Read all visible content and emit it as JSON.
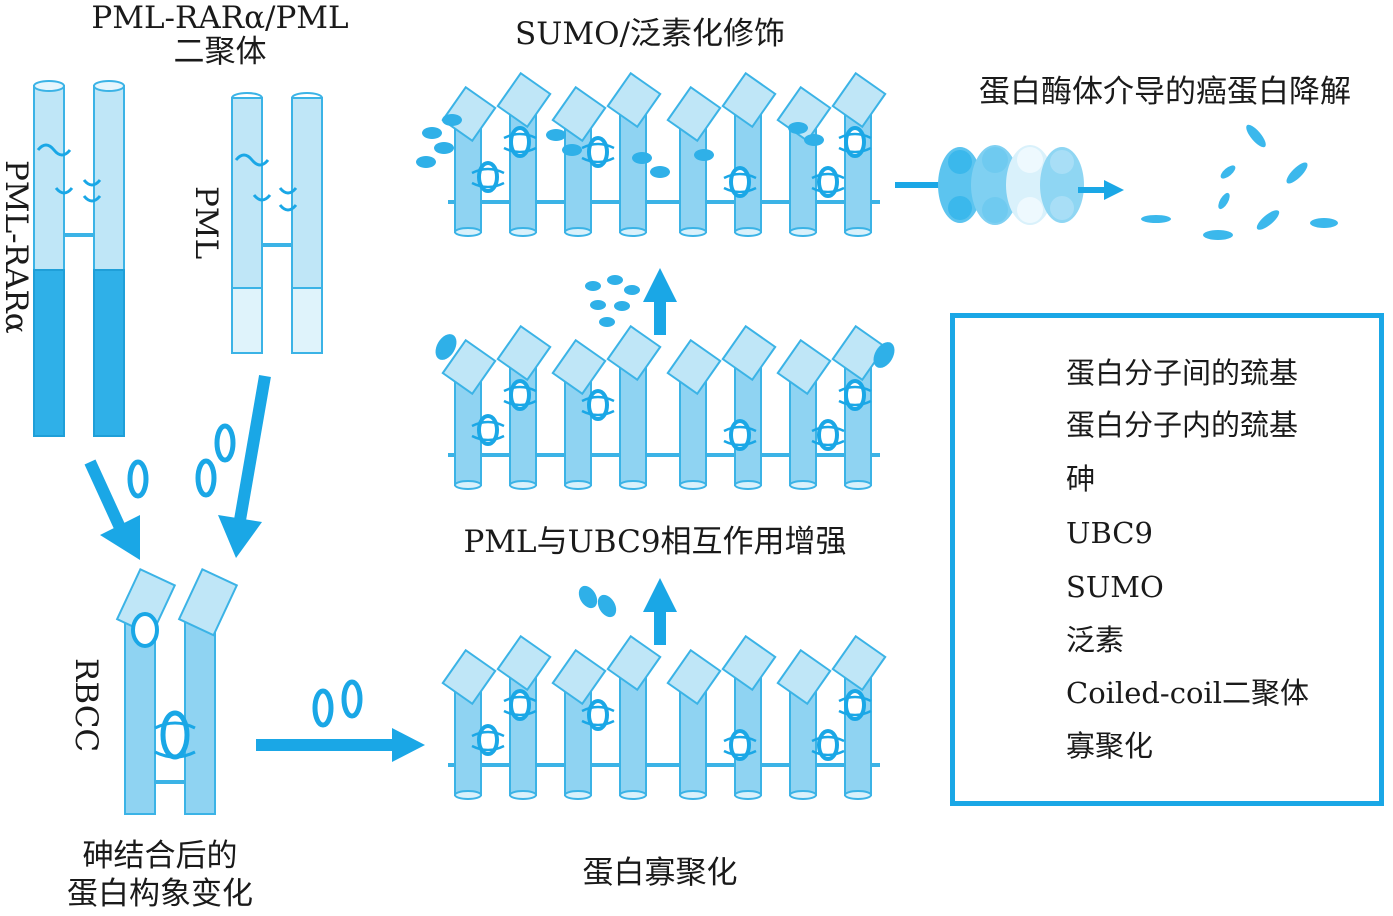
{
  "labels": {
    "dimer_title_line1": "PML-RARα/PML",
    "dimer_title_line2": "二聚体",
    "pml_rara_vertical": "PML-RARα",
    "pml_vertical": "PML",
    "rbcc_vertical": "RBCC",
    "conf_change_line1": "砷结合后的",
    "conf_change_line2": "蛋白构象变化",
    "oligomerization": "蛋白寡聚化",
    "ubc9_interaction": "PML与UBC9相互作用增强",
    "sumo_modification": "SUMO/泛素化修饰",
    "degradation": "蛋白酶体介导的癌蛋白降解"
  },
  "legend": {
    "items": [
      {
        "icon": "intermolecular-thiol-icon",
        "label": "蛋白分子间的巯基"
      },
      {
        "icon": "intramolecular-thiol-icon",
        "label": "蛋白分子内的巯基"
      },
      {
        "icon": "arsenic-icon",
        "label": "砷"
      },
      {
        "icon": "ubc9-icon",
        "label": "UBC9"
      },
      {
        "icon": "sumo-icon",
        "label": "SUMO"
      },
      {
        "icon": "ubiquitin-icon",
        "label": "泛素"
      },
      {
        "icon": "coiled-coil-dimer-icon",
        "label": "Coiled-coil二聚体"
      },
      {
        "icon": "oligomerization-icon",
        "label": "寡聚化"
      }
    ]
  },
  "colors": {
    "accent": "#1aa7e6",
    "tube_light": "#bfe6f7",
    "tube_mid": "#8fd3f2",
    "tube_dark": "#2fb0e8",
    "outline": "#3bb3e6"
  }
}
